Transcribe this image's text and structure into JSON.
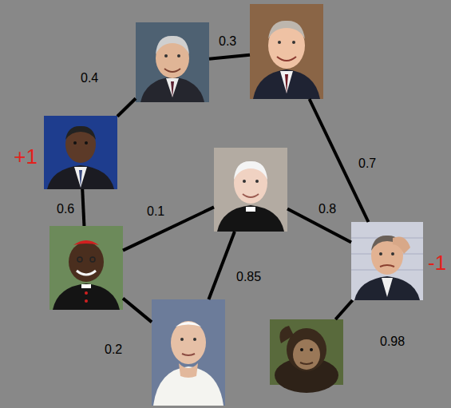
{
  "diagram": {
    "nodes": [
      {},
      {},
      {
        "text": [
          "+1"
        ]
      },
      {},
      {},
      {
        "text": [
          "-1"
        ]
      },
      {},
      {}
    ],
    "edges": [
      {
        "from": 0,
        "to": 1,
        "label": "0.3",
        "arrow": "none"
      },
      {
        "from": 2,
        "to": 0,
        "label": "0.4",
        "arrow": "none"
      },
      {
        "from": 1,
        "to": 5,
        "label": "0.7",
        "arrow": "none"
      },
      {
        "from": 2,
        "to": 4,
        "label": "0.6",
        "arrow": "none"
      },
      {
        "from": 4,
        "to": 3,
        "label": "0.1",
        "arrow": "none"
      },
      {
        "from": 3,
        "to": 5,
        "label": "0.8",
        "arrow": "none"
      },
      {
        "from": 3,
        "to": 6,
        "label": "0.85",
        "arrow": "none"
      },
      {
        "from": 4,
        "to": 6,
        "label": "0.2",
        "arrow": "none"
      },
      {
        "from": 5,
        "to": 7,
        "label": "0.98",
        "arrow": "none"
      }
    ]
  }
}
